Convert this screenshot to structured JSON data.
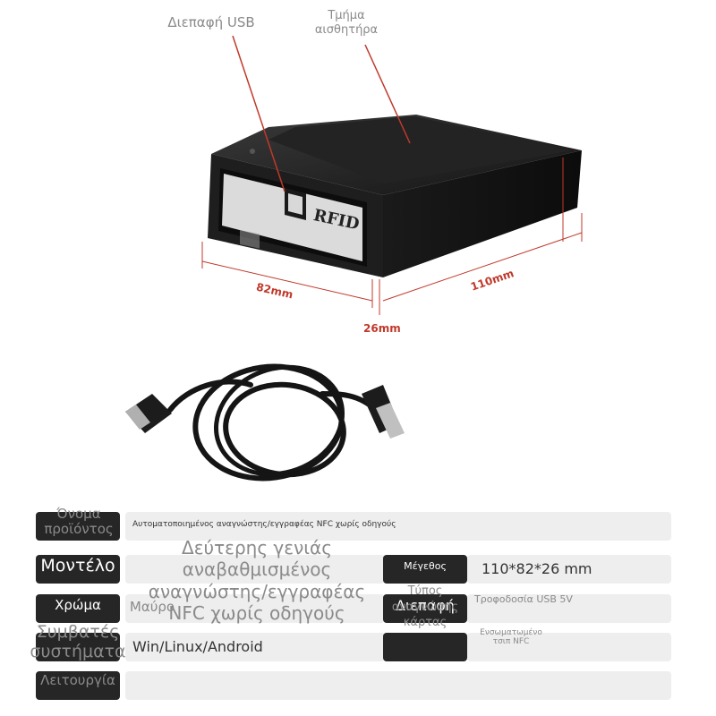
{
  "callouts": {
    "usb_interface": "Διεπαφή USB",
    "sensor_area": "Τμήμα αισθητήρα"
  },
  "dimensions": {
    "depth": "82mm",
    "width": "110mm",
    "height": "26mm"
  },
  "device": {
    "brand_text": "RFID"
  },
  "specs": {
    "product_name": {
      "label": "Όνομα προϊόντος",
      "value": "Αυτοματοποιημένος αναγνώστης/εγγραφέας NFC χωρίς οδηγούς"
    },
    "model": {
      "label": "Μοντέλο",
      "value": "Δεύτερης γενιάς αναβαθμισμένος αναγνώστης/εγγραφέας NFC χωρίς οδηγούς"
    },
    "size": {
      "label": "Μέγεθος",
      "value": "110*82*26 mm"
    },
    "color": {
      "label": "Χρώμα",
      "value": "Μαύρο"
    },
    "interface": {
      "label": "Διεπαφή",
      "value": "Τροφοδοσία USB 5V"
    },
    "card_type": {
      "label": "Τύπος αναγνώσης κάρτας",
      "value": "Ενσωματωμένο τσιπ NFC"
    },
    "compatible_systems": {
      "label": "Συμβατές συστήματα",
      "value": "Win/Linux/Android"
    },
    "function": {
      "label": "Λειτουργία",
      "value": ""
    }
  }
}
